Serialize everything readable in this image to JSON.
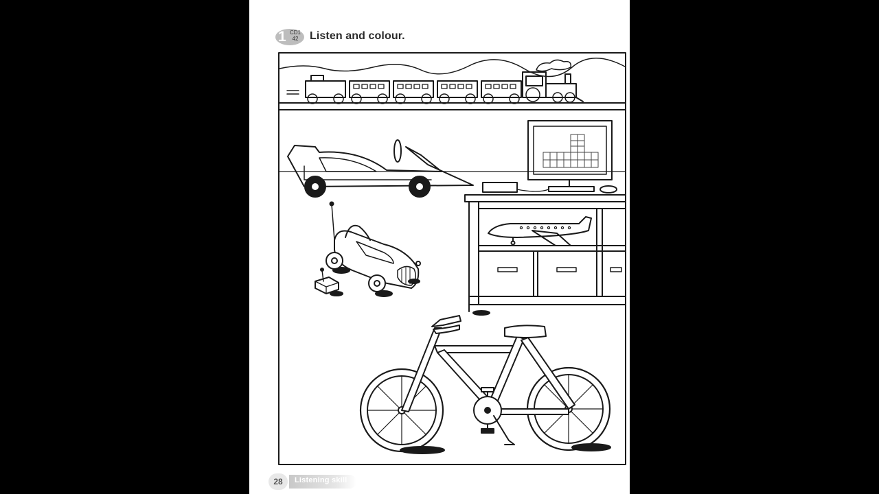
{
  "activity": {
    "number": "1",
    "cd_track_line1": "CD1",
    "cd_track_line2": "42",
    "instruction": "Listen and colour."
  },
  "illustration": {
    "items": [
      "train-icon",
      "race-car-icon",
      "computer-icon",
      "toy-car-icon",
      "remote-control-icon",
      "plane-icon",
      "shelf-icon",
      "bike-icon"
    ]
  },
  "footer": {
    "page_number": "28",
    "section_label": "Listening skill"
  },
  "colors": {
    "viewer_background": "#000000",
    "page_background": "#ffffff",
    "line_art": "#1a1a1a",
    "badge_grey": "#bdbdbd"
  }
}
